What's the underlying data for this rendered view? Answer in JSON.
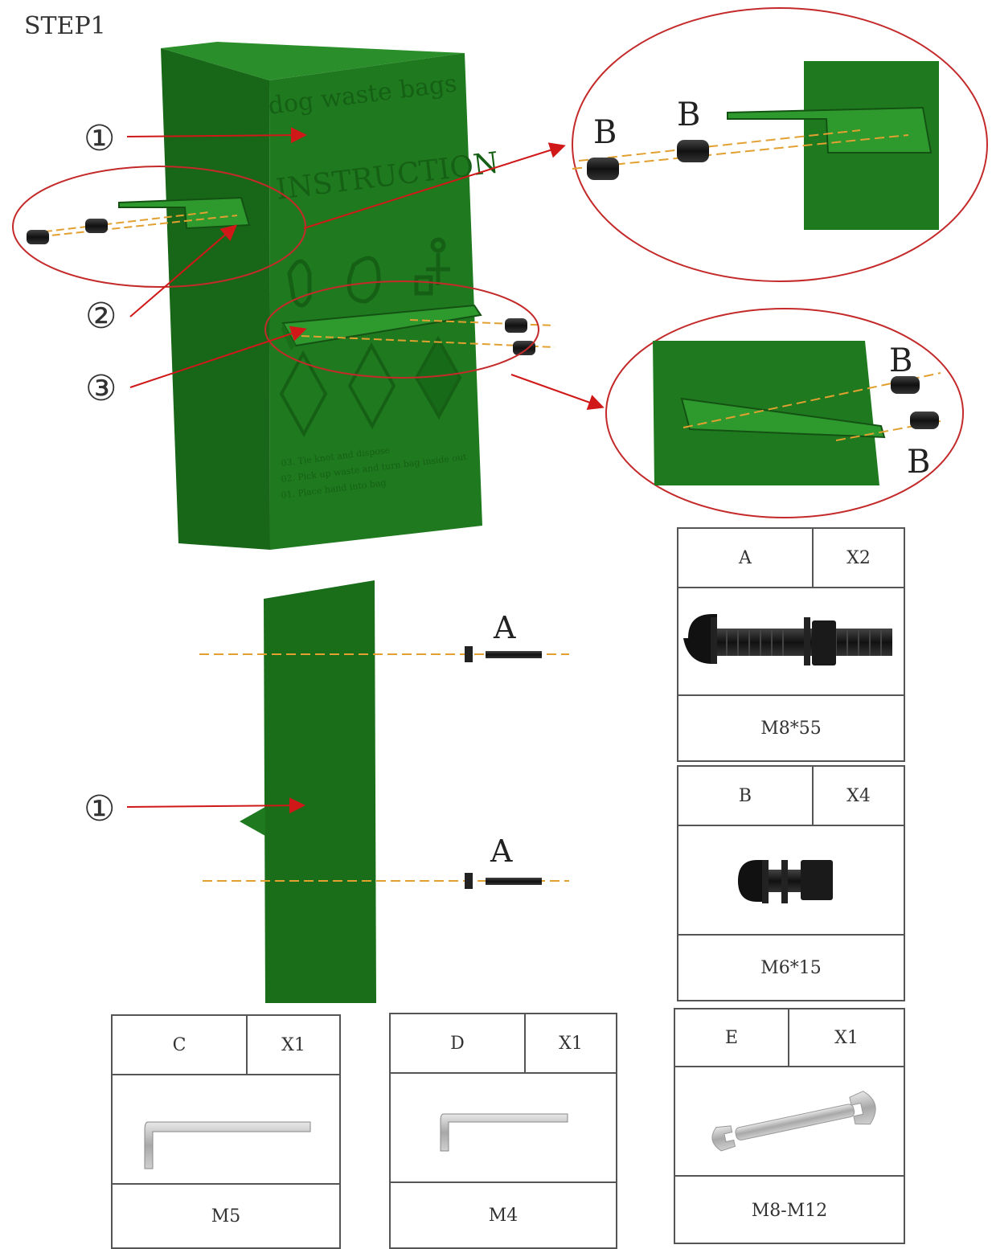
{
  "step_title": "STEP1",
  "callouts": {
    "one": "①",
    "two": "②",
    "three": "③",
    "one_lower": "①"
  },
  "part_labels": {
    "b_top_1": "B",
    "b_top_2": "B",
    "b_right_top": "B",
    "b_right_bottom": "B",
    "a_upper": "A",
    "a_lower": "A"
  },
  "dispenser_text": {
    "brand": "dog waste bags",
    "instruction": "INSTRUCTION",
    "step_01": "01. Place hand into bag",
    "step_02": "02. Pick up waste and turn bag inside out",
    "step_03": "03. Tie knot and dispose"
  },
  "parts": [
    {
      "letter": "A",
      "qty": "X2",
      "spec": "M8*55",
      "icon": "bolt-with-nut-icon"
    },
    {
      "letter": "B",
      "qty": "X4",
      "spec": "M6*15",
      "icon": "short-bolt-icon"
    },
    {
      "letter": "C",
      "qty": "X1",
      "spec": "M5",
      "icon": "allen-key-large-icon"
    },
    {
      "letter": "D",
      "qty": "X1",
      "spec": "M4",
      "icon": "allen-key-small-icon"
    },
    {
      "letter": "E",
      "qty": "X1",
      "spec": "M8-M12",
      "icon": "wrench-icon"
    }
  ],
  "colors": {
    "panel_green": "#1f7a1f",
    "panel_dark": "#155c15",
    "panel_light": "#2e9a2e",
    "arrow_red": "#d01818",
    "outline": "#555555"
  }
}
